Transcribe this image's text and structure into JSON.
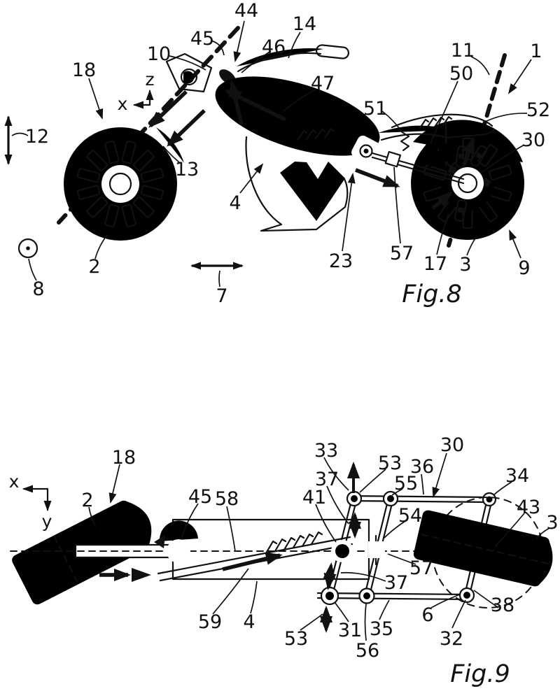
{
  "page": {
    "background": "#ffffff",
    "ink": "#111111"
  },
  "fig8": {
    "caption": "Fig.8",
    "axis": {
      "x": "x",
      "z": "z"
    },
    "labels": {
      "1": "1",
      "2": "2",
      "3": "3",
      "4": "4",
      "7": "7",
      "8": "8",
      "9": "9",
      "10": "10",
      "11": "11",
      "12": "12",
      "13": "13",
      "14": "14",
      "17": "17",
      "18": "18",
      "23": "23",
      "30": "30",
      "44": "44",
      "45": "45",
      "46": "46",
      "47": "47",
      "50": "50",
      "51": "51",
      "52": "52",
      "57": "57"
    }
  },
  "fig9": {
    "caption": "Fig.9",
    "axis": {
      "x": "x",
      "y": "y"
    },
    "labels": {
      "2": "2",
      "3": "3",
      "4": "4",
      "6": "6",
      "18": "18",
      "30": "30",
      "31": "31",
      "32": "32",
      "33": "33",
      "34": "34",
      "35": "35",
      "36": "36",
      "37": "37",
      "38": "38",
      "41": "41",
      "43": "43",
      "45": "45",
      "53": "53",
      "54": "54",
      "55": "55",
      "56": "56",
      "57": "57",
      "58": "58",
      "59": "59"
    }
  }
}
